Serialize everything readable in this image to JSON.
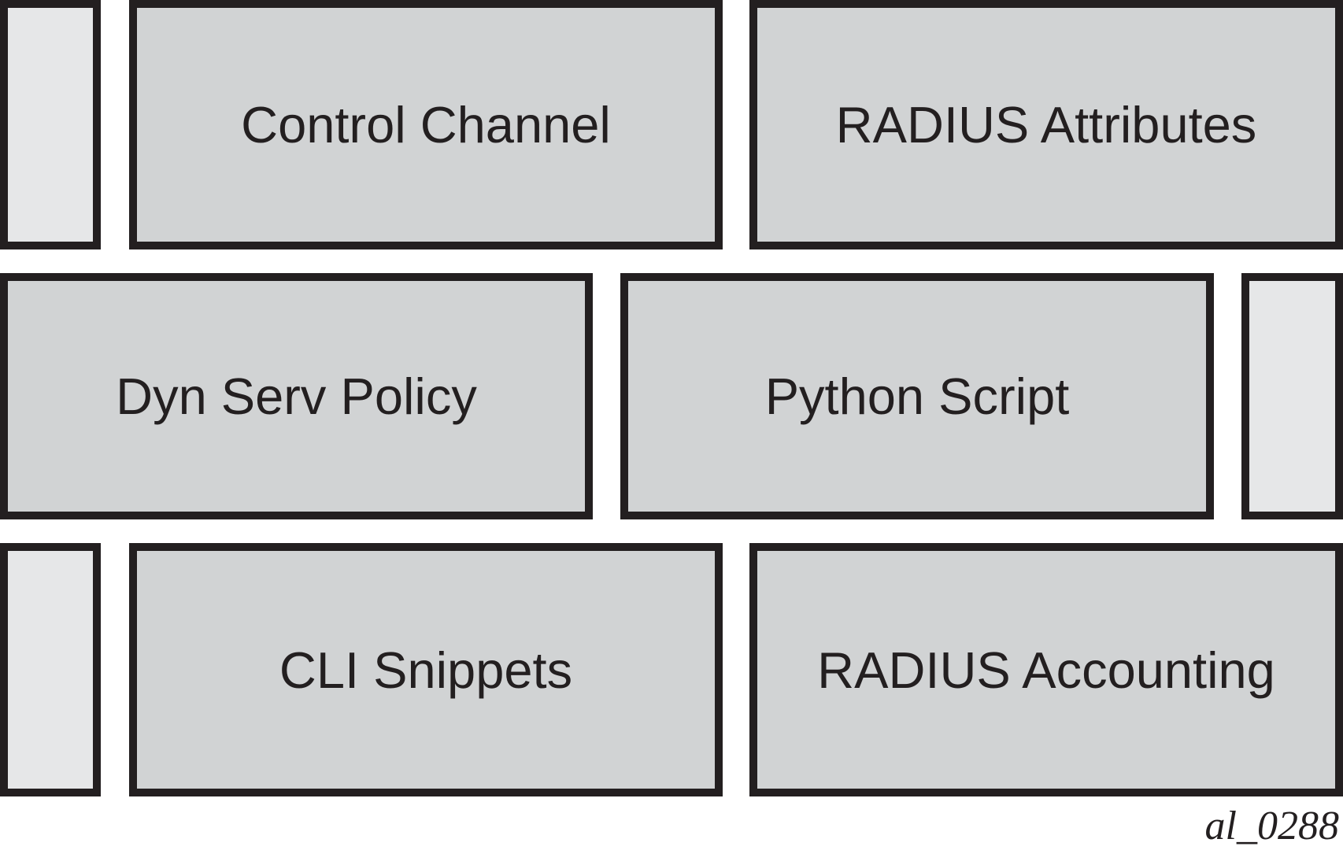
{
  "diagram": {
    "boxes": {
      "control_channel": "Control Channel",
      "radius_attributes": "RADIUS Attributes",
      "dyn_serv_policy": "Dyn Serv Policy",
      "python_script": "Python Script",
      "cli_snippets": "CLI Snippets",
      "radius_accounting": "RADIUS Accounting"
    },
    "caption": "al_0288",
    "colors": {
      "border": "#231F20",
      "box_fill": "#D1D3D4",
      "partial_box_fill": "#E6E7E8",
      "background": "#FFFFFF",
      "label_text": "#231F20"
    }
  }
}
